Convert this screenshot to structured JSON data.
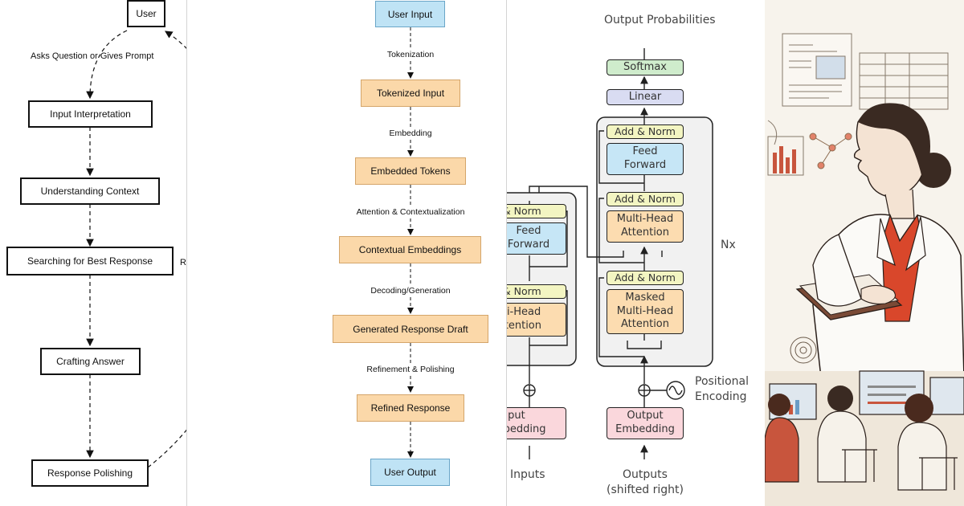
{
  "chatbot_flow": {
    "user": "User",
    "step1": "Input Interpretation",
    "step2": "Understanding Context",
    "step3": "Searching for Best Response",
    "step4": "Crafting Answer",
    "step5": "Response Polishing",
    "edge_prompt": "Asks Question or Gives Prompt",
    "edge_return": "Returns response back to user"
  },
  "pipeline": {
    "input": "User Input",
    "e1": "Tokenization",
    "n1": "Tokenized Input",
    "e2": "Embedding",
    "n2": "Embedded Tokens",
    "e3": "Attention & Contextualization",
    "n3": "Contextual Embeddings",
    "e4": "Decoding/Generation",
    "n4": "Generated Response Draft",
    "e5": "Refinement & Polishing",
    "n5": "Refined Response",
    "output": "User Output"
  },
  "transformer": {
    "output_probabilities": "Output Probabilities",
    "softmax": "Softmax",
    "linear": "Linear",
    "add_norm": "Add & Norm",
    "feed_forward": "Feed Forward",
    "multi_head_attention": "Multi-Head Attention",
    "masked_attention": "Masked Multi-Head Attention",
    "nx": "Nx",
    "positional_encoding": "Positional Encoding",
    "output_embedding": "Output Embedding",
    "input_embedding": "Input Embedding",
    "outputs": "Outputs",
    "outputs_shifted": "(shifted right)",
    "inputs": "Inputs",
    "left_add_norm_partial": "d & Norm",
    "left_ff_line1": "Feed",
    "left_ff_line2": "Forward",
    "left_mha_line1": "ulti-Head",
    "left_mha_line2": "Attention",
    "left_emb_line1": "Input",
    "left_emb_line2": "mbedding"
  },
  "illustration": {
    "subject": "sketch-style-illustration-woman-presenting-data-to-audience",
    "accent_color": "#d9472b"
  }
}
